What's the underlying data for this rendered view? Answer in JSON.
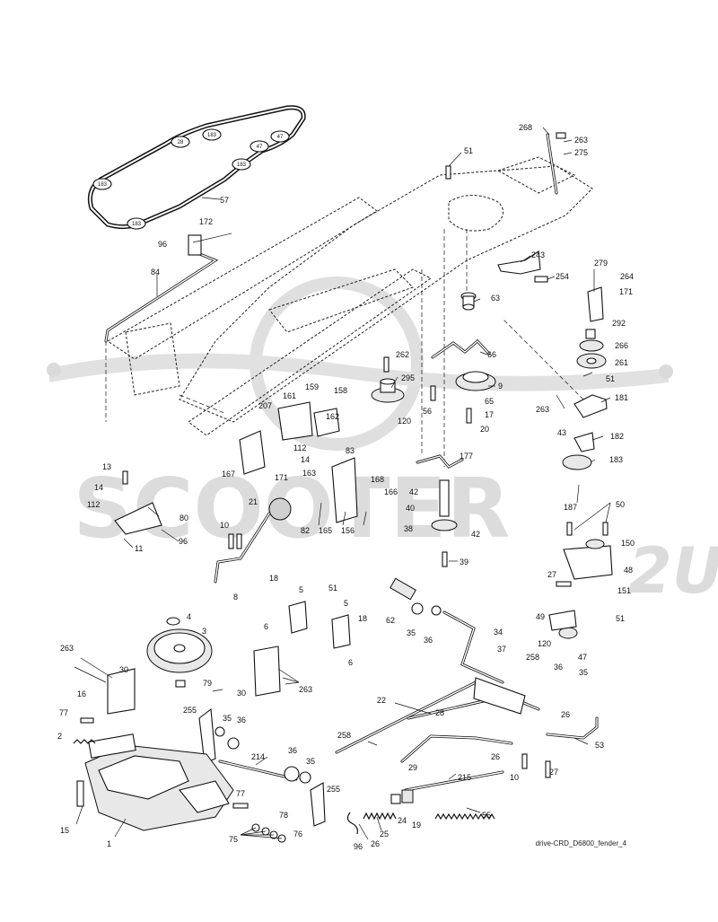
{
  "diagram": {
    "caption": "drive-CRD_D6800_fender_4",
    "watermark": "SCOOTER",
    "belt_pulley_tags": [
      "47",
      "183",
      "28",
      "183",
      "183",
      "183",
      "47"
    ],
    "callouts": [
      {
        "id": "c268",
        "text": "268"
      },
      {
        "id": "c263a",
        "text": "263"
      },
      {
        "id": "c275",
        "text": "275"
      },
      {
        "id": "c51a",
        "text": "51"
      },
      {
        "id": "c57",
        "text": "57"
      },
      {
        "id": "c172",
        "text": "172"
      },
      {
        "id": "c96a",
        "text": "96"
      },
      {
        "id": "c84",
        "text": "84"
      },
      {
        "id": "c243",
        "text": "243"
      },
      {
        "id": "c254",
        "text": "254"
      },
      {
        "id": "c279",
        "text": "279"
      },
      {
        "id": "c264",
        "text": "264"
      },
      {
        "id": "c171a",
        "text": "171"
      },
      {
        "id": "c63",
        "text": "63"
      },
      {
        "id": "c292",
        "text": "292"
      },
      {
        "id": "c266",
        "text": "266"
      },
      {
        "id": "c261",
        "text": "261"
      },
      {
        "id": "c51b",
        "text": "51"
      },
      {
        "id": "c262",
        "text": "262"
      },
      {
        "id": "c66",
        "text": "66"
      },
      {
        "id": "c295",
        "text": "295"
      },
      {
        "id": "c9",
        "text": "9"
      },
      {
        "id": "c65",
        "text": "65"
      },
      {
        "id": "c17",
        "text": "17"
      },
      {
        "id": "c20",
        "text": "20"
      },
      {
        "id": "c56",
        "text": "56"
      },
      {
        "id": "c120a",
        "text": "120"
      },
      {
        "id": "c263b",
        "text": "263"
      },
      {
        "id": "c181",
        "text": "181"
      },
      {
        "id": "c161",
        "text": "161"
      },
      {
        "id": "c159",
        "text": "159"
      },
      {
        "id": "c158",
        "text": "158"
      },
      {
        "id": "c207",
        "text": "207"
      },
      {
        "id": "c162",
        "text": "162"
      },
      {
        "id": "c112a",
        "text": "112"
      },
      {
        "id": "c14a",
        "text": "14"
      },
      {
        "id": "c83",
        "text": "83"
      },
      {
        "id": "c163",
        "text": "163"
      },
      {
        "id": "c171b",
        "text": "171"
      },
      {
        "id": "c167",
        "text": "167"
      },
      {
        "id": "c43",
        "text": "43"
      },
      {
        "id": "c182",
        "text": "182"
      },
      {
        "id": "c177",
        "text": "177"
      },
      {
        "id": "c183",
        "text": "183"
      },
      {
        "id": "c13",
        "text": "13"
      },
      {
        "id": "c14b",
        "text": "14"
      },
      {
        "id": "c112b",
        "text": "112"
      },
      {
        "id": "c80",
        "text": "80"
      },
      {
        "id": "c96b",
        "text": "96"
      },
      {
        "id": "c11",
        "text": "11"
      },
      {
        "id": "c168",
        "text": "168"
      },
      {
        "id": "c166",
        "text": "166"
      },
      {
        "id": "c42a",
        "text": "42"
      },
      {
        "id": "c21",
        "text": "21"
      },
      {
        "id": "c40",
        "text": "40"
      },
      {
        "id": "c187",
        "text": "187"
      },
      {
        "id": "c50",
        "text": "50"
      },
      {
        "id": "c82",
        "text": "82"
      },
      {
        "id": "c165",
        "text": "165"
      },
      {
        "id": "c156",
        "text": "156"
      },
      {
        "id": "c38",
        "text": "38"
      },
      {
        "id": "c42b",
        "text": "42"
      },
      {
        "id": "c10a",
        "text": "10"
      },
      {
        "id": "c150",
        "text": "150"
      },
      {
        "id": "c39",
        "text": "39"
      },
      {
        "id": "c27a",
        "text": "27"
      },
      {
        "id": "c48",
        "text": "48"
      },
      {
        "id": "c8",
        "text": "8"
      },
      {
        "id": "c18a",
        "text": "18"
      },
      {
        "id": "c5a",
        "text": "5"
      },
      {
        "id": "c51c",
        "text": "51"
      },
      {
        "id": "c151",
        "text": "151"
      },
      {
        "id": "c5b",
        "text": "5"
      },
      {
        "id": "c62",
        "text": "62"
      },
      {
        "id": "c6a",
        "text": "6"
      },
      {
        "id": "c18b",
        "text": "18"
      },
      {
        "id": "c49",
        "text": "49"
      },
      {
        "id": "c51d",
        "text": "51"
      },
      {
        "id": "c4",
        "text": "4"
      },
      {
        "id": "c35a",
        "text": "35"
      },
      {
        "id": "c36a",
        "text": "36"
      },
      {
        "id": "c34",
        "text": "34"
      },
      {
        "id": "c3",
        "text": "3"
      },
      {
        "id": "c6b",
        "text": "6"
      },
      {
        "id": "c120b",
        "text": "120"
      },
      {
        "id": "c47",
        "text": "47"
      },
      {
        "id": "c37",
        "text": "37"
      },
      {
        "id": "c263c",
        "text": "263"
      },
      {
        "id": "c30a",
        "text": "30"
      },
      {
        "id": "c258a",
        "text": "258"
      },
      {
        "id": "c36b",
        "text": "36"
      },
      {
        "id": "c35b",
        "text": "35"
      },
      {
        "id": "c79",
        "text": "79"
      },
      {
        "id": "c16",
        "text": "16"
      },
      {
        "id": "c30b",
        "text": "30"
      },
      {
        "id": "c263d",
        "text": "263"
      },
      {
        "id": "c22",
        "text": "22"
      },
      {
        "id": "c77a",
        "text": "77"
      },
      {
        "id": "c255a",
        "text": "255"
      },
      {
        "id": "c35c",
        "text": "35"
      },
      {
        "id": "c36c",
        "text": "36"
      },
      {
        "id": "c28",
        "text": "28"
      },
      {
        "id": "c26a",
        "text": "26"
      },
      {
        "id": "c2",
        "text": "2"
      },
      {
        "id": "c258b",
        "text": "258"
      },
      {
        "id": "c53",
        "text": "53"
      },
      {
        "id": "c214",
        "text": "214"
      },
      {
        "id": "c36d",
        "text": "36"
      },
      {
        "id": "c35d",
        "text": "35"
      },
      {
        "id": "c29",
        "text": "29"
      },
      {
        "id": "c26b",
        "text": "26"
      },
      {
        "id": "c10b",
        "text": "10"
      },
      {
        "id": "c27b",
        "text": "27"
      },
      {
        "id": "c215",
        "text": "215"
      },
      {
        "id": "c255b",
        "text": "255"
      },
      {
        "id": "c77b",
        "text": "77"
      },
      {
        "id": "c15",
        "text": "15"
      },
      {
        "id": "c24",
        "text": "24"
      },
      {
        "id": "c19",
        "text": "19"
      },
      {
        "id": "c55",
        "text": "55"
      },
      {
        "id": "c78",
        "text": "78"
      },
      {
        "id": "c1",
        "text": "1"
      },
      {
        "id": "c25",
        "text": "25"
      },
      {
        "id": "c76",
        "text": "76"
      },
      {
        "id": "c75",
        "text": "75"
      },
      {
        "id": "c96c",
        "text": "96"
      },
      {
        "id": "c26c",
        "text": "26"
      }
    ]
  }
}
